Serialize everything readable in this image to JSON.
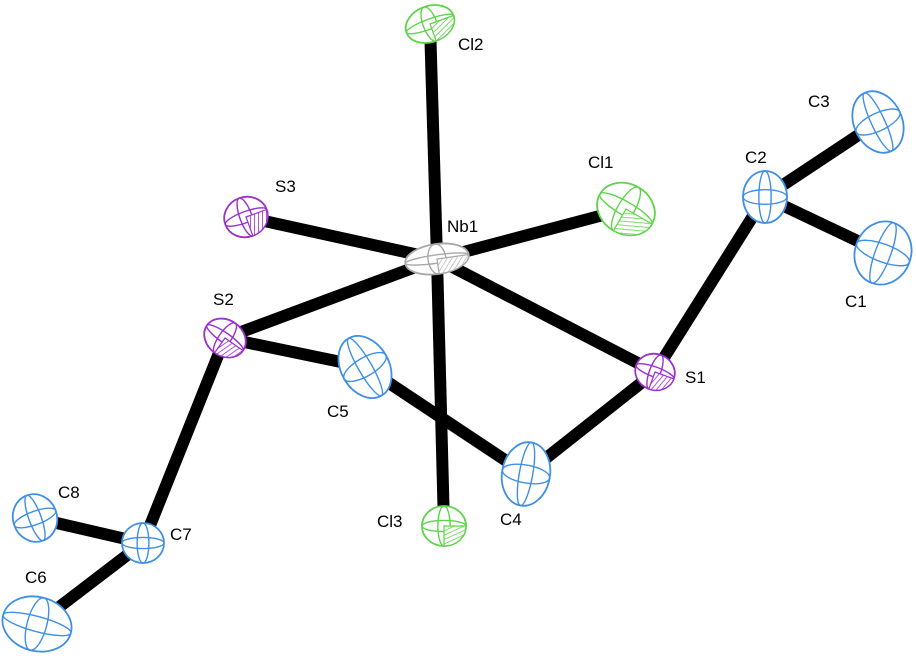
{
  "colors": {
    "bond": "#000000",
    "carbon": "#3f8fe6",
    "sulfur": "#9b2fd0",
    "chlorine": "#5ed34a",
    "niobium": "#a8a8a8",
    "background": "#ffffff"
  },
  "atoms": [
    {
      "id": "Cl2",
      "label": "Cl2",
      "element": "chlorine"
    },
    {
      "id": "Cl1",
      "label": "Cl1",
      "element": "chlorine"
    },
    {
      "id": "Cl3",
      "label": "Cl3",
      "element": "chlorine"
    },
    {
      "id": "Nb1",
      "label": "Nb1",
      "element": "niobium"
    },
    {
      "id": "S1",
      "label": "S1",
      "element": "sulfur"
    },
    {
      "id": "S2",
      "label": "S2",
      "element": "sulfur"
    },
    {
      "id": "S3",
      "label": "S3",
      "element": "sulfur"
    },
    {
      "id": "C1",
      "label": "C1",
      "element": "carbon"
    },
    {
      "id": "C2",
      "label": "C2",
      "element": "carbon"
    },
    {
      "id": "C3",
      "label": "C3",
      "element": "carbon"
    },
    {
      "id": "C4",
      "label": "C4",
      "element": "carbon"
    },
    {
      "id": "C5",
      "label": "C5",
      "element": "carbon"
    },
    {
      "id": "C6",
      "label": "C6",
      "element": "carbon"
    },
    {
      "id": "C7",
      "label": "C7",
      "element": "carbon"
    },
    {
      "id": "C8",
      "label": "C8",
      "element": "carbon"
    }
  ],
  "bonds": [
    [
      "Nb1",
      "Cl2"
    ],
    [
      "Nb1",
      "Cl1"
    ],
    [
      "Nb1",
      "Cl3"
    ],
    [
      "Nb1",
      "S3"
    ],
    [
      "Nb1",
      "S2"
    ],
    [
      "Nb1",
      "S1"
    ],
    [
      "S1",
      "C2"
    ],
    [
      "C2",
      "C3"
    ],
    [
      "C2",
      "C1"
    ],
    [
      "S1",
      "C4"
    ],
    [
      "C4",
      "C5"
    ],
    [
      "C5",
      "S2"
    ],
    [
      "S2",
      "C7"
    ],
    [
      "C7",
      "C8"
    ],
    [
      "C7",
      "C6"
    ]
  ]
}
